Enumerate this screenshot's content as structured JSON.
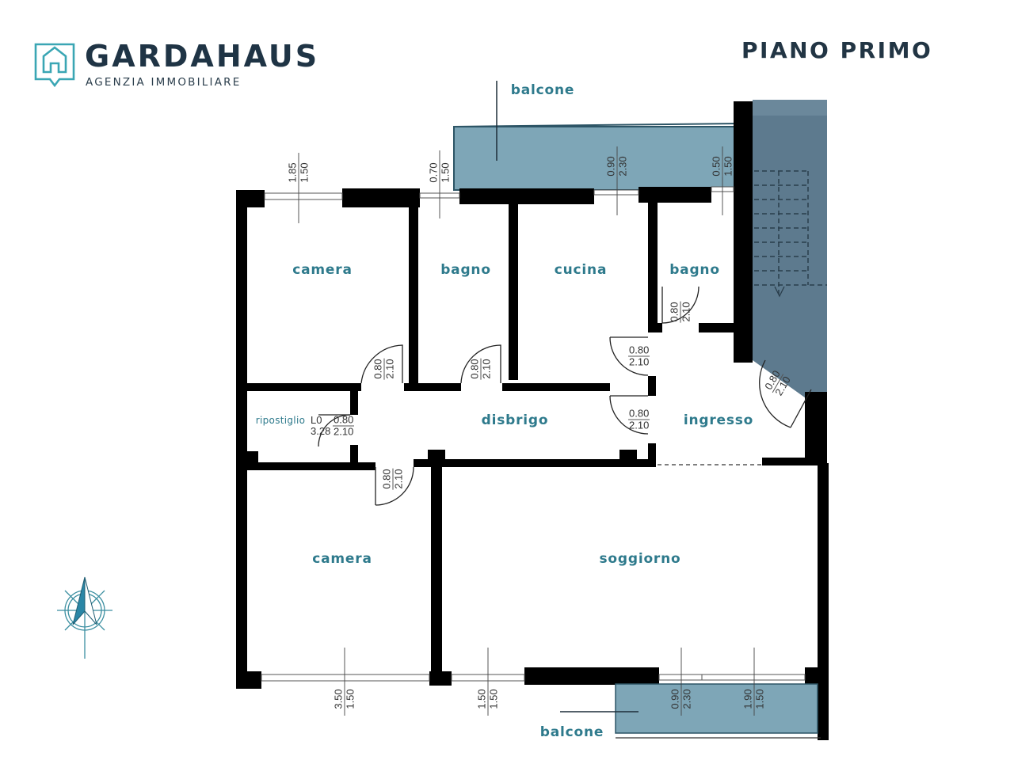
{
  "header": {
    "brand_name": "GARDAHAUS",
    "brand_tagline": "AGENZIA IMMOBILIARE",
    "logo_icon": "house-pin-icon",
    "floor_title": "PIANO PRIMO"
  },
  "colors": {
    "brand_dark": "#1f3445",
    "brand_teal": "#3aa6b4",
    "label_teal": "#2e7a8c",
    "balcony_fill": "#7ea6b7",
    "stair_fill": "#5d7a8e",
    "wall": "#000000"
  },
  "rooms": [
    {
      "name": "camera",
      "position": "top-left"
    },
    {
      "name": "bagno",
      "position": "top-center-left"
    },
    {
      "name": "cucina",
      "position": "top-center-right"
    },
    {
      "name": "bagno",
      "position": "top-right"
    },
    {
      "name": "ripostiglio",
      "position": "middle-left"
    },
    {
      "name": "disbrigo",
      "position": "middle"
    },
    {
      "name": "ingresso",
      "position": "middle-right"
    },
    {
      "name": "camera",
      "position": "bottom-left"
    },
    {
      "name": "soggiorno",
      "position": "bottom-right"
    }
  ],
  "balconies": [
    {
      "label": "balcone",
      "position": "top"
    },
    {
      "label": "balcone",
      "position": "bottom"
    }
  ],
  "windows": [
    {
      "width": "1.85",
      "height": "1.50",
      "room": "camera top-left"
    },
    {
      "width": "0.70",
      "height": "1.50",
      "room": "bagno"
    },
    {
      "width": "0.90",
      "height": "2.30",
      "room": "cucina"
    },
    {
      "width": "0.50",
      "height": "1.50",
      "room": "bagno right"
    },
    {
      "width": "3.50",
      "height": "1.50",
      "room": "camera bottom-left"
    },
    {
      "width": "1.50",
      "height": "1.50",
      "room": "soggiorno left"
    },
    {
      "width": "0.90",
      "height": "2.30",
      "room": "soggiorno balcony door"
    },
    {
      "width": "1.90",
      "height": "1.50",
      "room": "soggiorno right"
    }
  ],
  "doors": [
    {
      "width": "0.80",
      "height": "2.10",
      "room": "camera top-left"
    },
    {
      "width": "0.80",
      "height": "2.10",
      "room": "bagno"
    },
    {
      "width": "0.80",
      "height": "2.10",
      "room": "bagno right"
    },
    {
      "width": "0.80",
      "height": "2.10",
      "room": "cucina"
    },
    {
      "width": "0.80",
      "height": "2.10",
      "room": "ripostiglio"
    },
    {
      "width": "0.80",
      "height": "2.10",
      "room": "disbrigo-ingresso"
    },
    {
      "width": "0.80",
      "height": "2.10",
      "room": "entrance"
    },
    {
      "width": "0.80",
      "height": "2.10",
      "room": "camera bottom-left"
    }
  ],
  "ripostiglio_annotation": {
    "code": "L0",
    "value": "3.28"
  },
  "compass": {
    "icon": "north-arrow-icon"
  }
}
